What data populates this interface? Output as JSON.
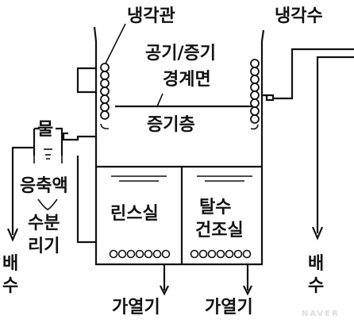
{
  "labels": {
    "cooling_pipe": "냉각관",
    "cooling_water": "냉각수",
    "air_vapor_line1": "공기/증기",
    "air_vapor_line2": "경계면",
    "vapor_layer": "증기층",
    "water": "물",
    "condensate": "응축액",
    "separator_line1": "수분",
    "separator_line2": "리기",
    "drain_left_1": "배",
    "drain_left_2": "수",
    "rinse_chamber": "린스실",
    "dry_line1": "탈수",
    "dry_line2": "건조실",
    "drain_right_1": "배",
    "drain_right_2": "수",
    "heater_left": "가열기",
    "heater_right": "가열기"
  },
  "watermark": "NAVER"
}
